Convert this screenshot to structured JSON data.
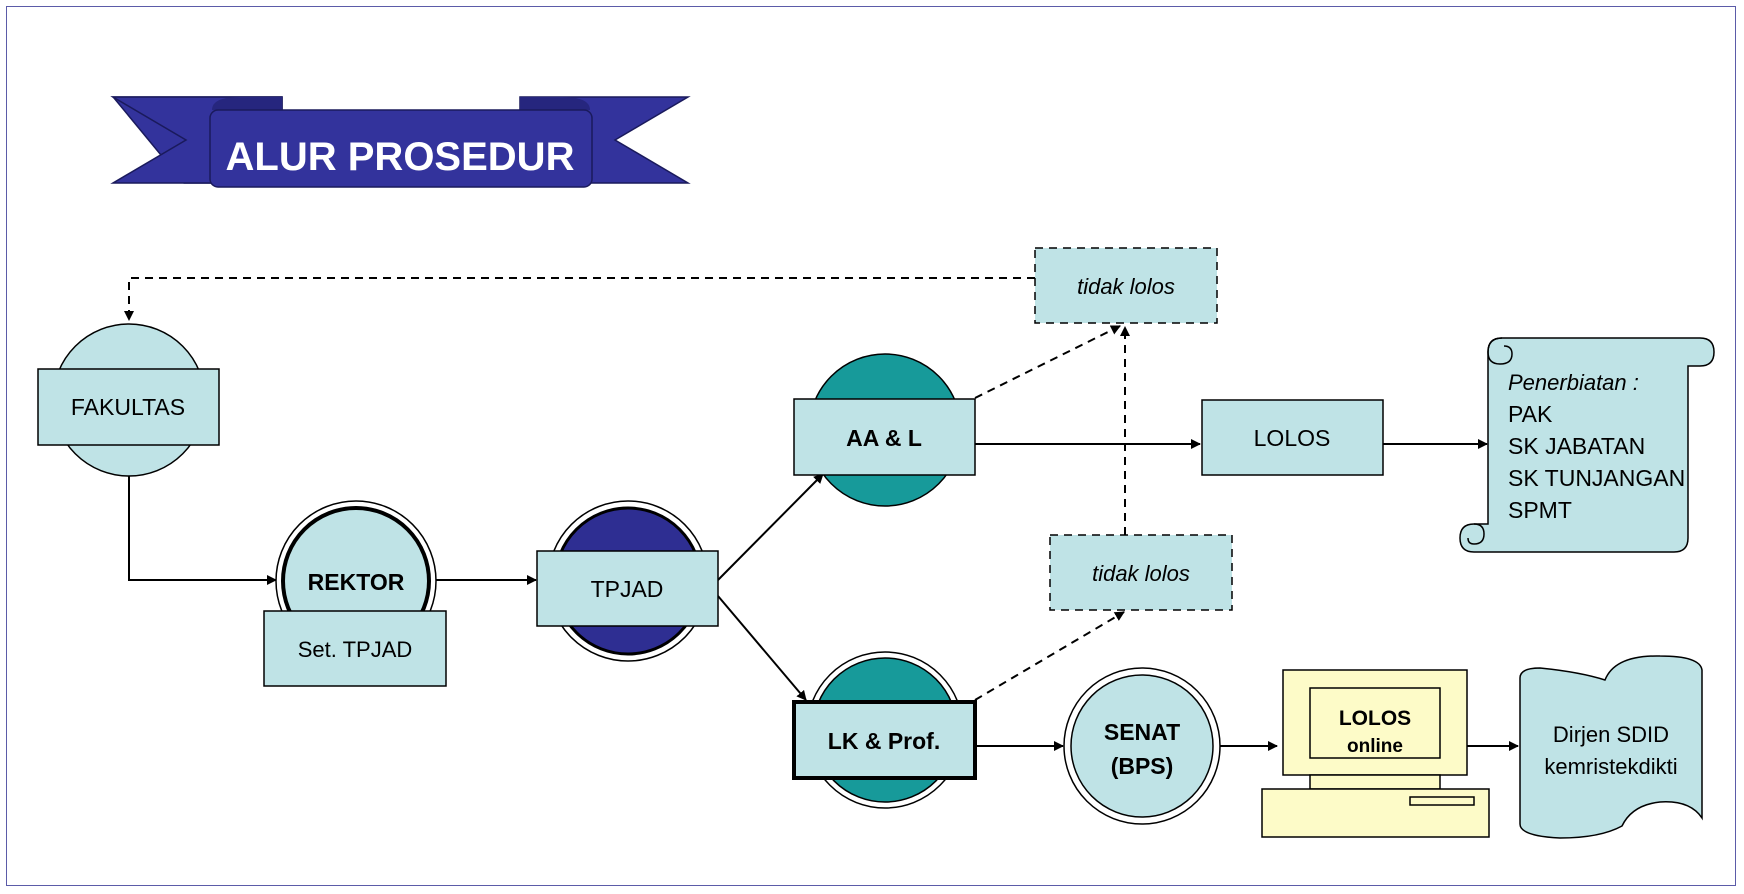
{
  "title": "ALUR PROSEDUR",
  "nodes": {
    "fakultas": "FAKULTAS",
    "rektor": "REKTOR",
    "set_tpjad": "Set. TPJAD",
    "tpjad": "TPJAD",
    "aal": "AA & L",
    "lk_prof": "LK & Prof.",
    "tidak_lolos_top": "tidak lolos",
    "tidak_lolos_mid": "tidak lolos",
    "lolos": "LOLOS",
    "senat_line1": "SENAT",
    "senat_line2": "(BPS)",
    "lolos_online_line1": "LOLOS",
    "lolos_online_line2": "online",
    "dirjen_line1": "Dirjen SDID",
    "dirjen_line2": "kemristekdikti",
    "penerbitan_heading": "Penerbiatan :",
    "penerbitan_items": [
      "PAK",
      "SK JABATAN",
      "SK TUNJANGAN",
      "SPMT"
    ]
  },
  "colors": {
    "light_box": "#bfe3e6",
    "teal_circle": "#179a9a",
    "navy_circle": "#2e2e92",
    "ribbon": "#33339c",
    "computer": "#fdfbc8"
  }
}
